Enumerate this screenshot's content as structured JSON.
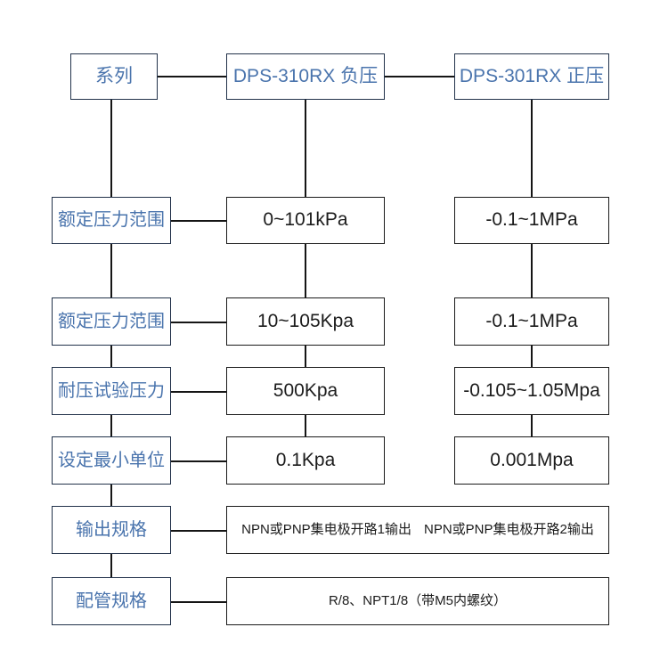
{
  "diagram": {
    "type": "spec-comparison-tree",
    "title_row": {
      "root_label": "系列",
      "columns": [
        {
          "id": "col-negative",
          "label": "DPS-310RX 负压"
        },
        {
          "id": "col-positive",
          "label": "DPS-301RX 正压"
        }
      ]
    },
    "rows": [
      {
        "id": "row-rated-range-1",
        "label": "额定压力范围",
        "middle": "0~101kPa",
        "right": "-0.1~1MPa"
      },
      {
        "id": "row-rated-range-2",
        "label": "额定压力范围",
        "middle": "10~105Kpa",
        "right": "-0.1~1MPa"
      },
      {
        "id": "row-withstand-pressure",
        "label": "耐压试验压力",
        "middle": "500Kpa",
        "right": "-0.105~1.05Mpa"
      },
      {
        "id": "row-min-unit",
        "label": "设定最小单位",
        "middle": "0.1Kpa",
        "right": "0.001Mpa"
      }
    ],
    "wide_rows": [
      {
        "id": "row-output-spec",
        "label": "输出规格",
        "value_left": "NPN或PNP集电极开路1输出",
        "value_right": "NPN或PNP集电极开路2输出"
      },
      {
        "id": "row-piping-spec",
        "label": "配管规格",
        "value": "R/8、NPT1/8（带M5内螺纹）"
      }
    ],
    "colors": {
      "label_text": "#4a74ad",
      "value_text": "#1c1c1c",
      "border": "#1a1a1a",
      "background": "#ffffff"
    }
  }
}
